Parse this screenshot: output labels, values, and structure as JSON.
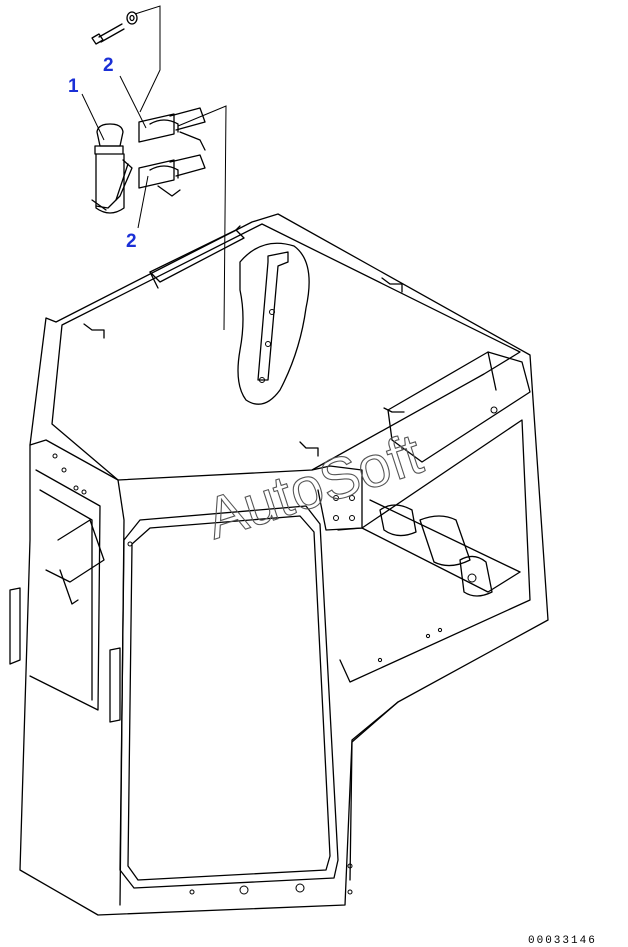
{
  "diagram": {
    "callouts": [
      {
        "id": "part-1",
        "label": "1"
      },
      {
        "id": "part-2-upper",
        "label": "2"
      },
      {
        "id": "part-2-lower",
        "label": "2"
      }
    ],
    "watermark": "AutoSoft",
    "drawing_code": "00033146",
    "colors": {
      "line": "#000000",
      "callout": "#1a2fd6",
      "background": "#ffffff"
    }
  }
}
